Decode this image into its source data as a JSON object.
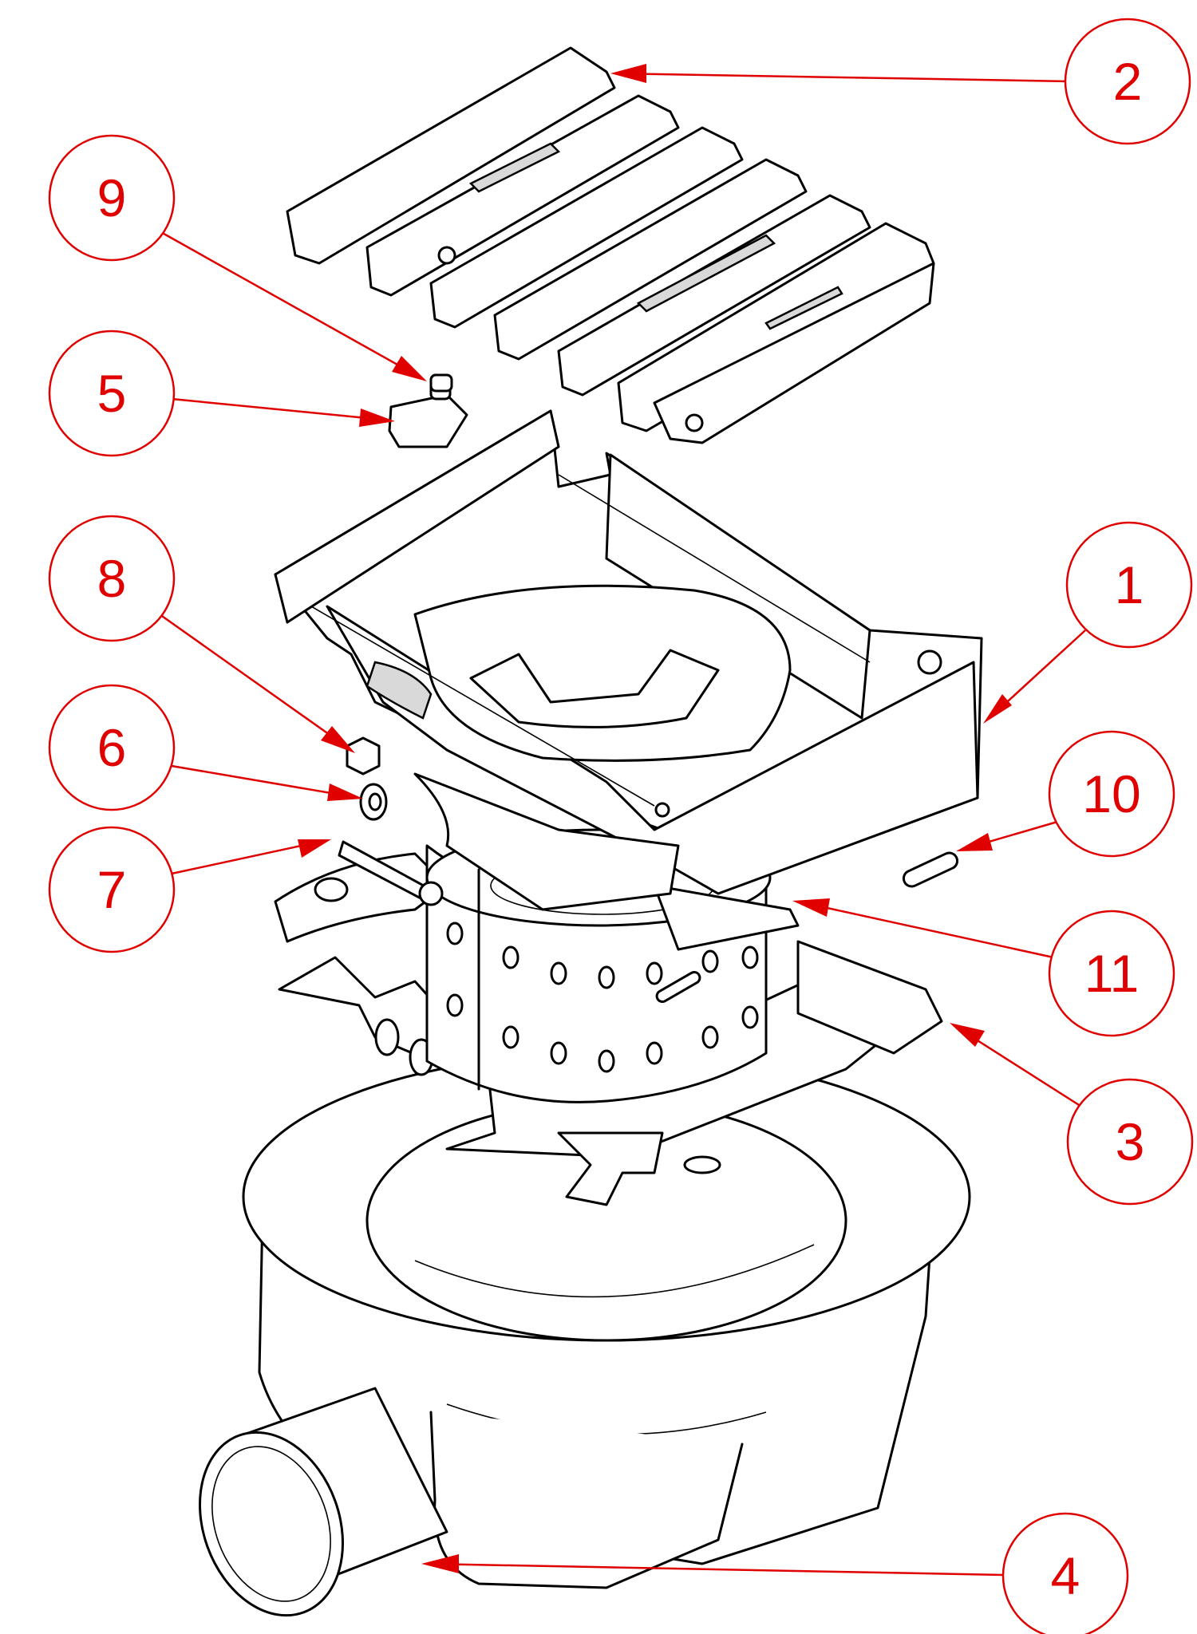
{
  "balloons": [
    {
      "id": "1",
      "label": "1"
    },
    {
      "id": "2",
      "label": "2"
    },
    {
      "id": "3",
      "label": "3"
    },
    {
      "id": "4",
      "label": "4"
    },
    {
      "id": "5",
      "label": "5"
    },
    {
      "id": "6",
      "label": "6"
    },
    {
      "id": "7",
      "label": "7"
    },
    {
      "id": "8",
      "label": "8"
    },
    {
      "id": "9",
      "label": "9"
    },
    {
      "id": "10",
      "label": "10"
    },
    {
      "id": "11",
      "label": "11"
    }
  ],
  "colors": {
    "balloon": "#e00000",
    "linework": "#000000",
    "background": "#ffffff"
  }
}
